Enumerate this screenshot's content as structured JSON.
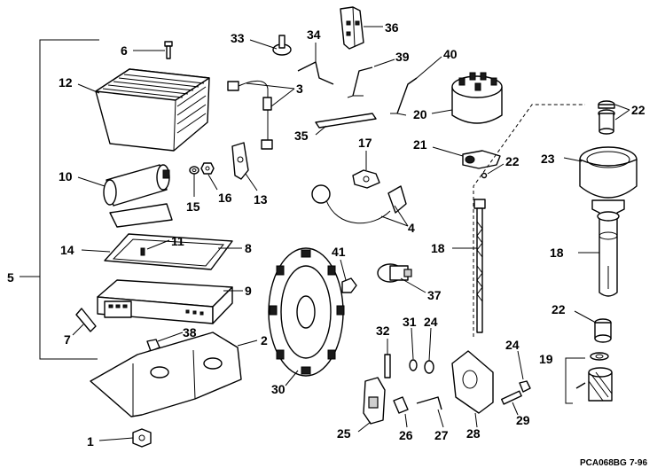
{
  "callouts": {
    "c1": "1",
    "c2": "2",
    "c3": "3",
    "c4": "4",
    "c5": "5",
    "c6": "6",
    "c7": "7",
    "c8": "8",
    "c9": "9",
    "c10": "10",
    "c11": "11",
    "c12": "12",
    "c13": "13",
    "c14": "14",
    "c15": "15",
    "c16": "16",
    "c17": "17",
    "c18": "18",
    "c19": "19",
    "c20": "20",
    "c21": "21",
    "c22": "22",
    "c23": "23",
    "c24": "24",
    "c25": "25",
    "c26": "26",
    "c27": "27",
    "c28": "28",
    "c29": "29",
    "c30": "30",
    "c31": "31",
    "c32": "32",
    "c33": "33",
    "c34": "34",
    "c35": "35",
    "c36": "36",
    "c37": "37",
    "c38": "38",
    "c39": "39",
    "c40": "40",
    "c41": "41"
  },
  "footer": {
    "code": "PCA068BG",
    "date": "7-96"
  }
}
